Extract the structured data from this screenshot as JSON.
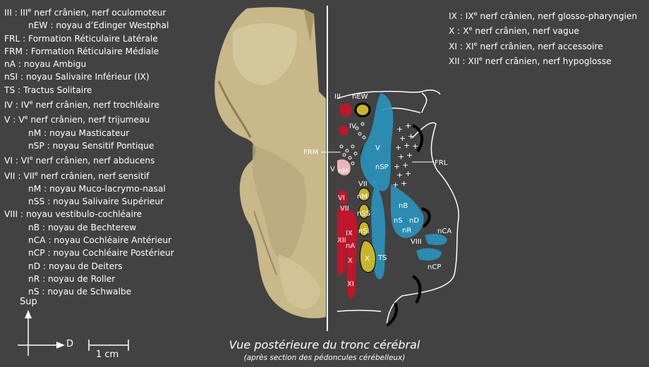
{
  "legend_left": [
    {
      "code": "III : III",
      "sup": "e",
      "text": " nerf crânien, nerf oculomoteur",
      "indent": false
    },
    {
      "code": "nEW : noyau d’Edinger Westphal",
      "sup": "",
      "text": "",
      "indent": true
    },
    {
      "code": "FRL : Formation Réticulaire Latérale",
      "sup": "",
      "text": "",
      "indent": false
    },
    {
      "code": "FRM : Formation Réticulaire Médiale",
      "sup": "",
      "text": "",
      "indent": false
    },
    {
      "code": "nA : noyau Ambigu",
      "sup": "",
      "text": "",
      "indent": false
    },
    {
      "code": "nSI : noyau Salivaire Inférieur (IX)",
      "sup": "",
      "text": "",
      "indent": false
    },
    {
      "code": "TS : Tractus Solitaire",
      "sup": "",
      "text": "",
      "indent": false
    },
    {
      "code": "IV : IV",
      "sup": "e",
      "text": " nerf crânien, nerf trochléaire",
      "indent": false
    },
    {
      "code": "V : V",
      "sup": "e",
      "text": " nerf crânien, nerf trijumeau",
      "indent": false
    },
    {
      "code": "nM : noyau Masticateur",
      "sup": "",
      "text": "",
      "indent": true
    },
    {
      "code": "nSP : noyau Sensitif Pontique",
      "sup": "",
      "text": "",
      "indent": true
    },
    {
      "code": "VI : VI",
      "sup": "e",
      "text": " nerf crânien, nerf abducens",
      "indent": false
    },
    {
      "code": "VII : VII",
      "sup": "e",
      "text": " nerf crânien, nerf sensitif",
      "indent": false
    },
    {
      "code": "nM : noyau Muco-lacrymo-nasal",
      "sup": "",
      "text": "",
      "indent": true
    },
    {
      "code": "nSS : noyau Salivaire Supérieur",
      "sup": "",
      "text": "",
      "indent": true
    },
    {
      "code": "VIII : noyau vestibulo-cochléaire",
      "sup": "",
      "text": "",
      "indent": false
    },
    {
      "code": "nB : noyau de Bechterew",
      "sup": "",
      "text": "",
      "indent": true
    },
    {
      "code": "nCA : noyau Cochléaire Antérieur",
      "sup": "",
      "text": "",
      "indent": true
    },
    {
      "code": "nCP : noyau Cochléaire Postérieur",
      "sup": "",
      "text": "",
      "indent": true
    },
    {
      "code": "nD : noyau de Deiters",
      "sup": "",
      "text": "",
      "indent": true
    },
    {
      "code": "nR : noyau de Roller",
      "sup": "",
      "text": "",
      "indent": true
    },
    {
      "code": "nS : noyau de Schwalbe",
      "sup": "",
      "text": "",
      "indent": true
    }
  ],
  "legend_right": [
    {
      "code": "IX : IX",
      "sup": "e",
      "text": " nerf crânien, nerf glosso-pharyngien"
    },
    {
      "code": "X : X",
      "sup": "e",
      "text": " nerf crânien, nerf vague"
    },
    {
      "code": "XI : XI",
      "sup": "e",
      "text": " nerf crânien, nerf accessoire"
    },
    {
      "code": "XII : XII",
      "sup": "e",
      "text": " nerf crânien, nerf hypoglosse"
    }
  ],
  "labels": {
    "III": "III",
    "nEW": "nEW",
    "IV": "IV",
    "FRM": "FRM",
    "FRL": "FRL",
    "V": "V",
    "nSP": "nSP",
    "V_nM": "V",
    "nM": "nM",
    "VII": "VII",
    "VI": "VI",
    "VII_b": "VII",
    "nM2": "nM",
    "nSS": "nSS",
    "nSI": "nSI",
    "IX": "IX",
    "XII": "XII",
    "nA": "nA",
    "X_left": "X",
    "X": "X",
    "TS": "TS",
    "XI": "XI",
    "nB": "nB",
    "nS": "nS",
    "nD": "nD",
    "nR": "nR",
    "VIII": "VIII",
    "nCA": "nCA",
    "nCP": "nCP"
  },
  "axes": {
    "sup": "Sup",
    "d": "D",
    "scale": "1 cm"
  },
  "caption": {
    "title": "Vue postérieure du tronc cérébral",
    "subtitle": "(après section des pédoncules cérébelleux)"
  },
  "colors": {
    "background": "#424242",
    "motor_red": "#c0152a",
    "visceral_yellow": "#c8b52a",
    "sensory_blue": "#2a93bd",
    "pink": "#e8b6bb"
  }
}
